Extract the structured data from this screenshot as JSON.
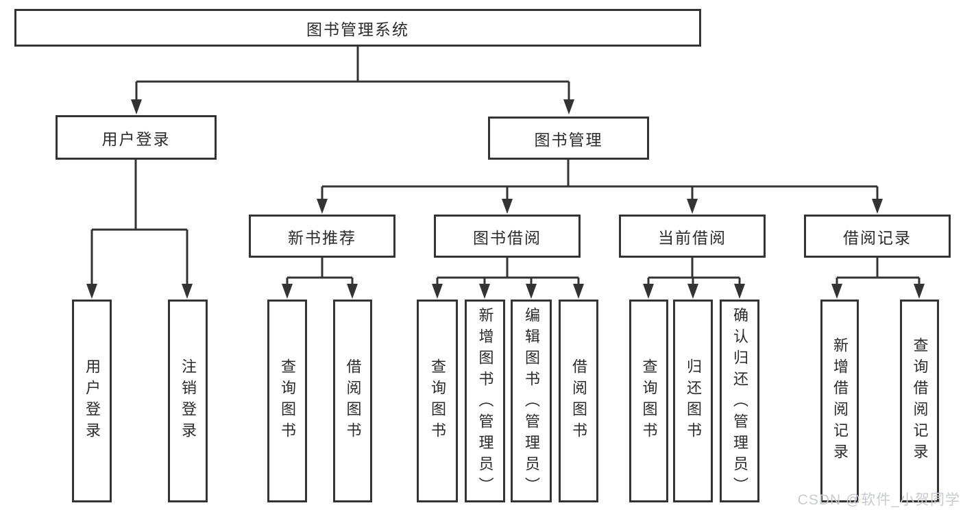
{
  "diagram_title": "图书管理系统",
  "nodes": {
    "root": "图书管理系统",
    "user_login": "用户登录",
    "book_mgmt": "图书管理",
    "new_book_rec": "新书推荐",
    "book_borrow": "图书借阅",
    "current_borrow": "当前借阅",
    "borrow_records": "借阅记录",
    "leaf_user_login": "用户登录",
    "leaf_logout": "注销登录",
    "leaf_query_book_1": "查询图书",
    "leaf_borrow_book_1": "借阅图书",
    "leaf_query_book_2": "查询图书",
    "leaf_add_book": "新增图书（管理员）",
    "leaf_edit_book": "编辑图书（管理员）",
    "leaf_borrow_book_2": "借阅图书",
    "leaf_query_book_3": "查询图书",
    "leaf_return_book": "归还图书",
    "leaf_confirm_return": "确认归还（管理员）",
    "leaf_add_record": "新增借阅记录",
    "leaf_query_record": "查询借阅记录"
  },
  "hierarchy": [
    {
      "parent": "图书管理系统",
      "children": [
        "用户登录",
        "图书管理"
      ]
    },
    {
      "parent": "用户登录",
      "children": [
        "用户登录",
        "注销登录"
      ]
    },
    {
      "parent": "图书管理",
      "children": [
        "新书推荐",
        "图书借阅",
        "当前借阅",
        "借阅记录"
      ]
    },
    {
      "parent": "新书推荐",
      "children": [
        "查询图书",
        "借阅图书"
      ]
    },
    {
      "parent": "图书借阅",
      "children": [
        "查询图书",
        "新增图书（管理员）",
        "编辑图书（管理员）",
        "借阅图书"
      ]
    },
    {
      "parent": "当前借阅",
      "children": [
        "查询图书",
        "归还图书",
        "确认归还（管理员）"
      ]
    },
    {
      "parent": "借阅记录",
      "children": [
        "新增借阅记录",
        "查询借阅记录"
      ]
    }
  ],
  "watermark": "CSDN @软件_小贺同学",
  "colors": {
    "line": "#333333",
    "text": "#2b2b2b",
    "background": "#ffffff",
    "watermark": "#c9cbd3"
  }
}
